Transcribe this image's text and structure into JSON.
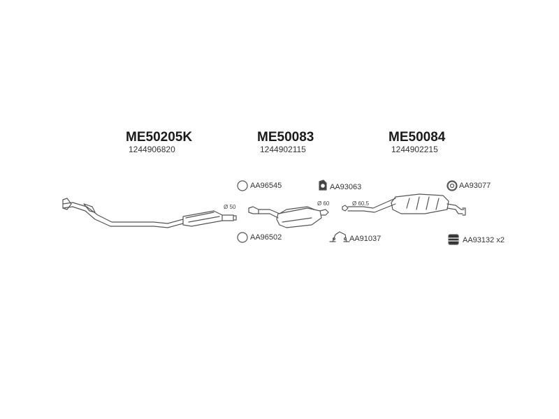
{
  "assemblies": [
    {
      "code": "ME50205K",
      "number": "1244906820"
    },
    {
      "code": "ME50083",
      "number": "1244902115"
    },
    {
      "code": "ME50084",
      "number": "1244902215"
    }
  ],
  "diameters": [
    "Ø 50",
    "Ø 60",
    "Ø 60.5"
  ],
  "accessories": [
    {
      "code": "AA96545",
      "icon": "ring-gasket-icon"
    },
    {
      "code": "AA96502",
      "icon": "ring-gasket-icon"
    },
    {
      "code": "AA93063",
      "icon": "rubber-mount-icon"
    },
    {
      "code": "AA91037",
      "icon": "clamp-bracket-icon"
    },
    {
      "code": "AA93077",
      "icon": "rubber-ring-icon"
    },
    {
      "code": "AA93132 x2",
      "icon": "rubber-hanger-icon"
    }
  ]
}
